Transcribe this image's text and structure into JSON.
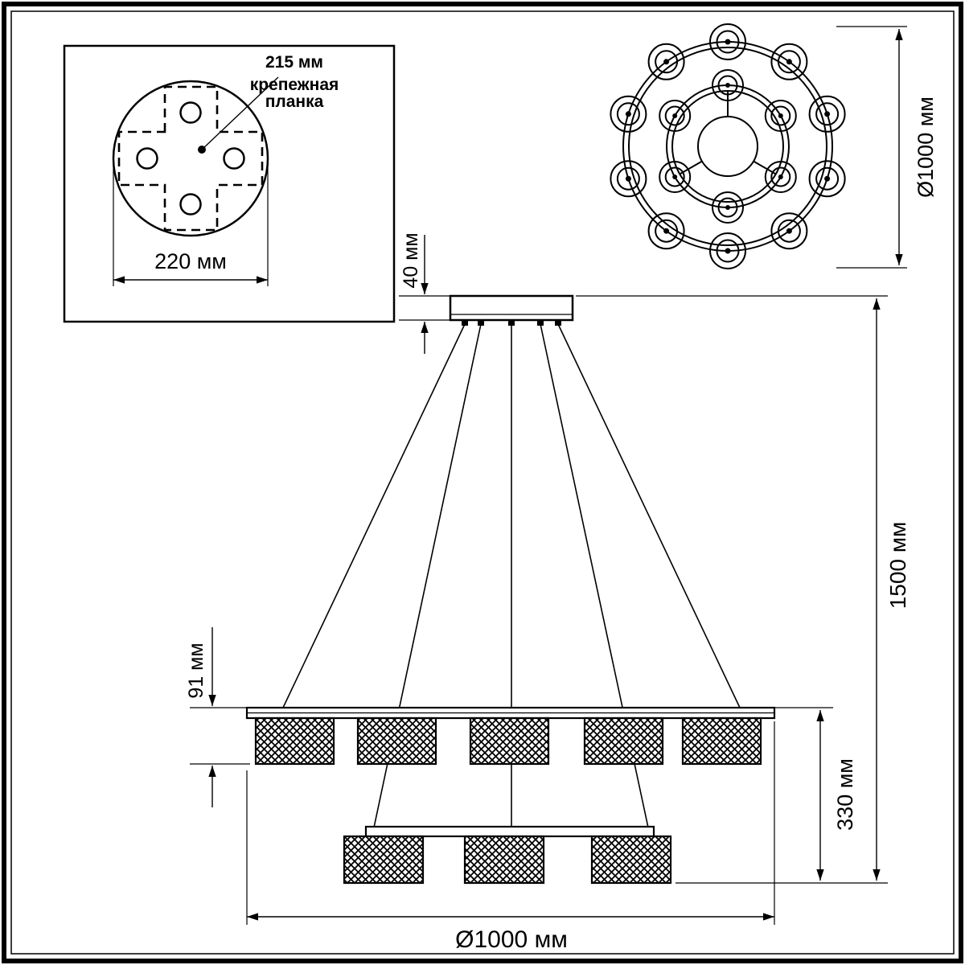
{
  "drawing": {
    "background": "#ffffff",
    "line_color": "#000000"
  },
  "mount_detail": {
    "hole_spacing_label": "215 мм",
    "bracket_label_line1": "крепежная",
    "bracket_label_line2": "планка",
    "plate_width_label": "220 мм"
  },
  "top_view": {
    "diameter_label": "Ø1000 мм"
  },
  "side_view": {
    "canopy_height_label": "40 мм",
    "overall_height_label": "1500 мм",
    "shade_height_label": "91 мм",
    "tier_drop_label": "330 мм",
    "ring_diameter_label": "Ø1000 мм"
  }
}
